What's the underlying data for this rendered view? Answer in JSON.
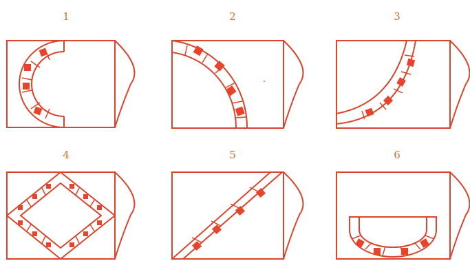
{
  "figures": [
    {
      "id": "1",
      "label": "1",
      "pattern": "semicircle-arc-open-right"
    },
    {
      "id": "2",
      "label": "2",
      "pattern": "quarter-arc-top-left-to-bottom"
    },
    {
      "id": "3",
      "label": "3",
      "pattern": "quarter-arc-bottom-left-to-top"
    },
    {
      "id": "4",
      "label": "4",
      "pattern": "diamond-band"
    },
    {
      "id": "5",
      "label": "5",
      "pattern": "diagonal-band"
    },
    {
      "id": "6",
      "label": "6",
      "pattern": "bottom-u-band"
    }
  ],
  "colors": {
    "stroke": "#d9452c",
    "tile": "#e8442b",
    "label": "#c9702f"
  }
}
